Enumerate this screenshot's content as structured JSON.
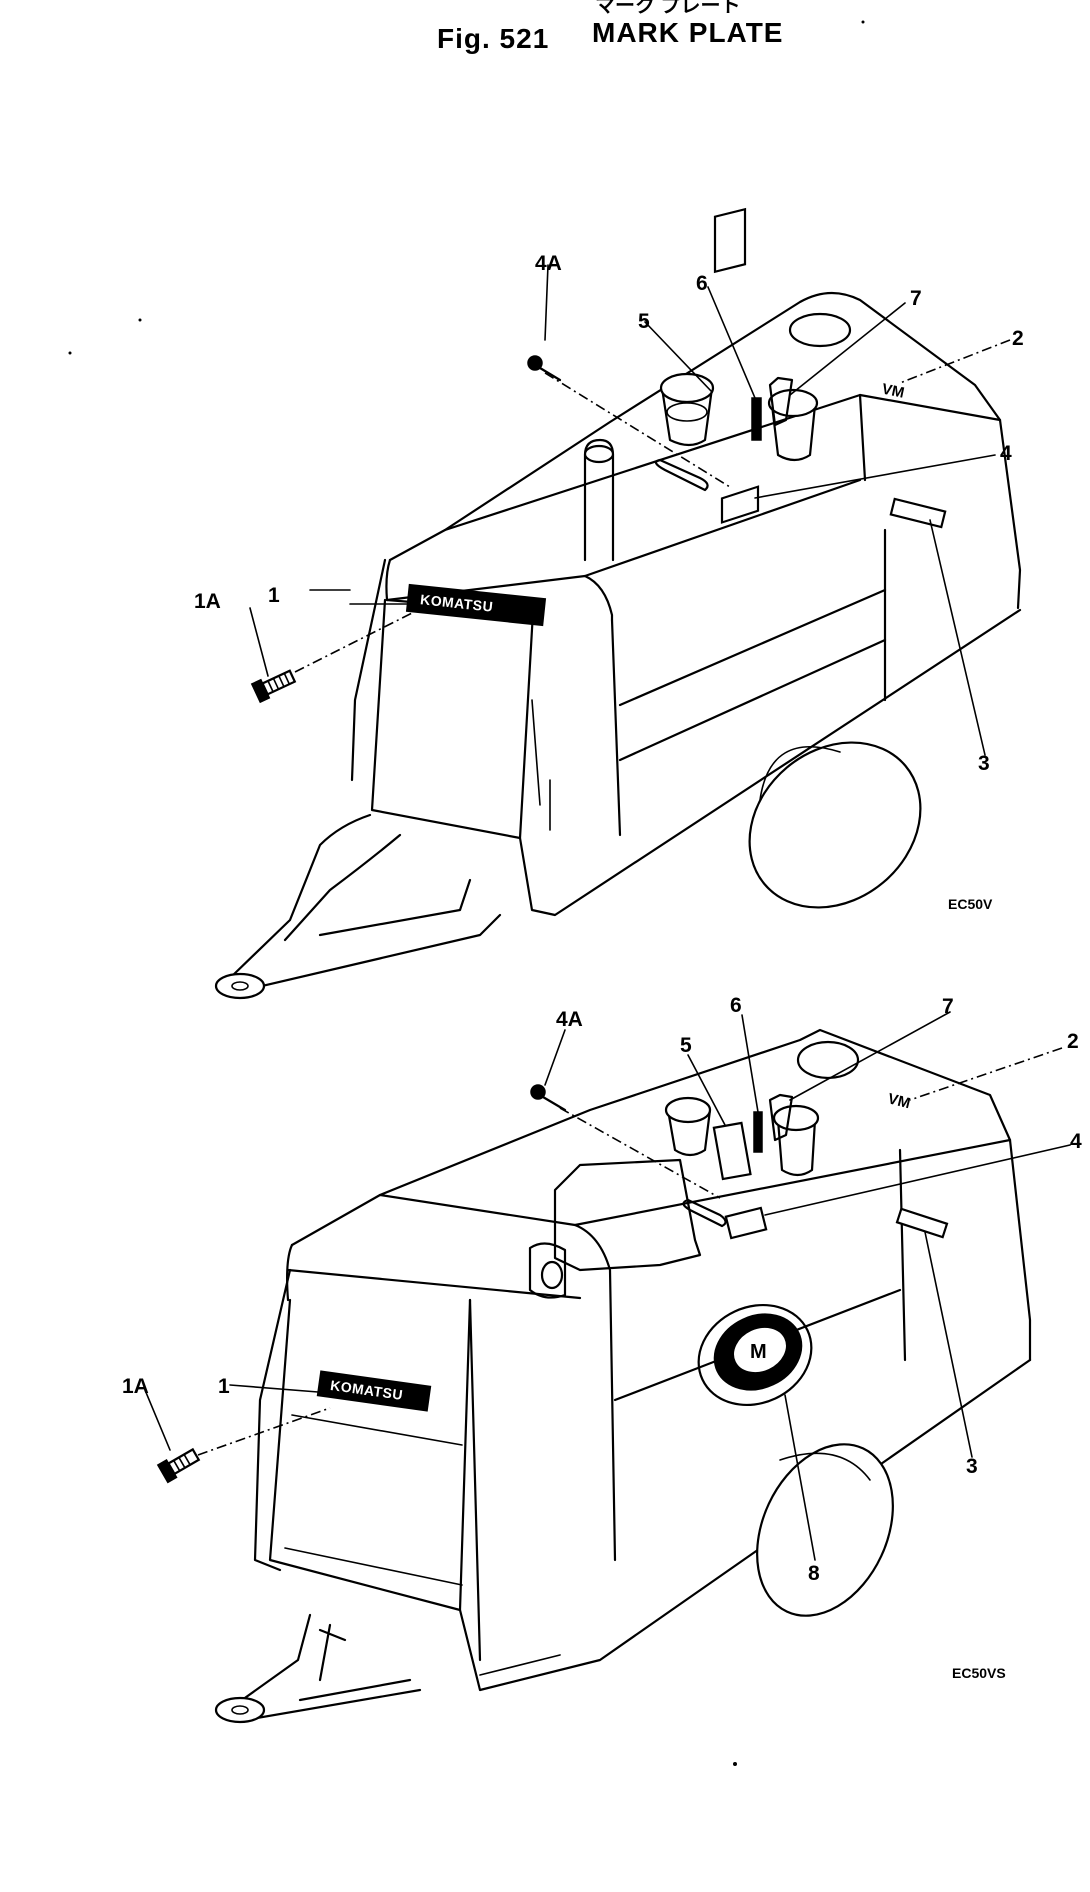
{
  "header": {
    "subtitle_jp": "マーク プレート",
    "figure_number": "Fig. 521",
    "title": "MARK PLATE"
  },
  "top_view": {
    "image_code": "EC50V",
    "callouts": {
      "c1": "1",
      "c1A": "1A",
      "c2": "2",
      "c3": "3",
      "c4": "4",
      "c4A": "4A",
      "c5": "5",
      "c6": "6",
      "c7": "7"
    },
    "brand_plate_text": "KOMATSU",
    "decal_text": "VM"
  },
  "bottom_view": {
    "image_code": "EC50VS",
    "callouts": {
      "c1": "1",
      "c1A": "1A",
      "c2": "2",
      "c3": "3",
      "c4": "4",
      "c4A": "4A",
      "c5": "5",
      "c6": "6",
      "c7": "7",
      "c8": "8"
    },
    "brand_plate_text": "KOMATSU",
    "decal_text": "VM",
    "emblem_text": "M"
  },
  "colors": {
    "ink": "#000000",
    "paper": "#ffffff"
  }
}
